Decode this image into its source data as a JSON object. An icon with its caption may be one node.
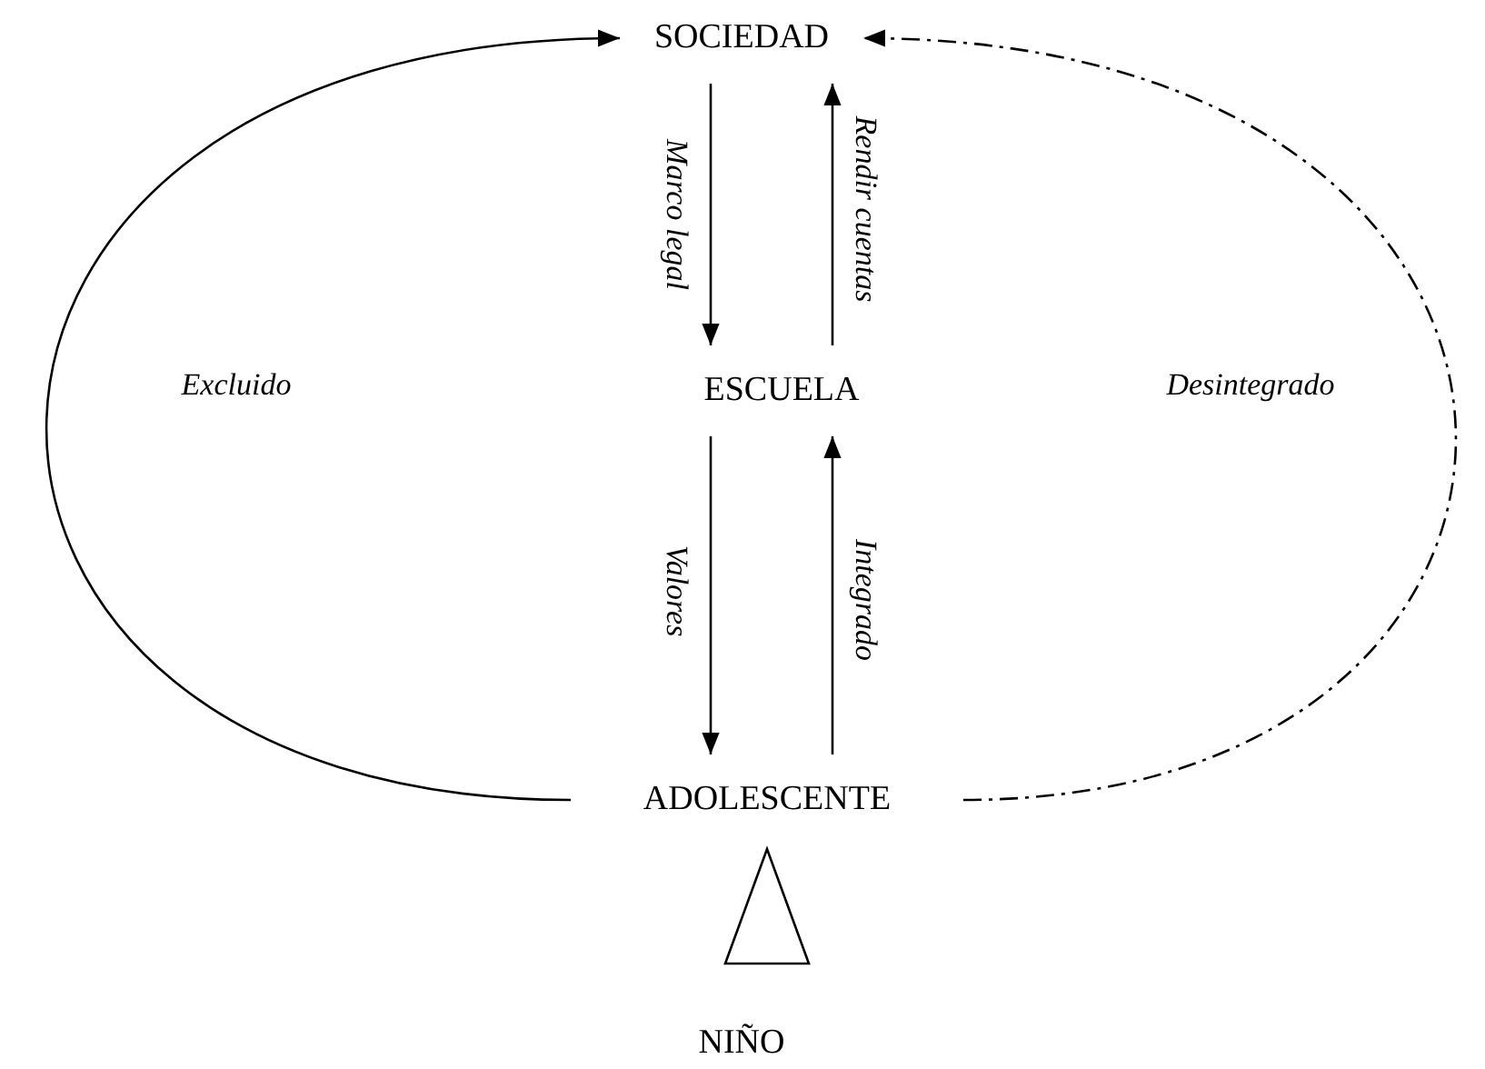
{
  "diagram": {
    "nodes": [
      {
        "text": [
          "SOCIEDAD"
        ]
      },
      {
        "text": [
          "ESCUELA"
        ]
      },
      {
        "text": [
          "ADOLESCENTE"
        ]
      },
      {
        "text": [
          "NIÑO"
        ]
      }
    ],
    "edges": [
      {
        "from": 0,
        "to": 1,
        "arrow": "to",
        "label": "Marco legal"
      },
      {
        "from": 1,
        "to": 0,
        "arrow": "to",
        "label": "Rendir cuentas"
      },
      {
        "from": 1,
        "to": 2,
        "arrow": "to",
        "label": "Valores"
      },
      {
        "from": 2,
        "to": 1,
        "arrow": "to",
        "label": "Integrado"
      },
      {
        "from": 2,
        "to": 0,
        "arrow": "to",
        "label": "Excluido"
      },
      {
        "from": 2,
        "to": 0,
        "arrow": "to",
        "label": "Desintegrado",
        "style": "dashed"
      },
      {
        "from": 3,
        "to": 2,
        "arrow": "to"
      }
    ]
  }
}
